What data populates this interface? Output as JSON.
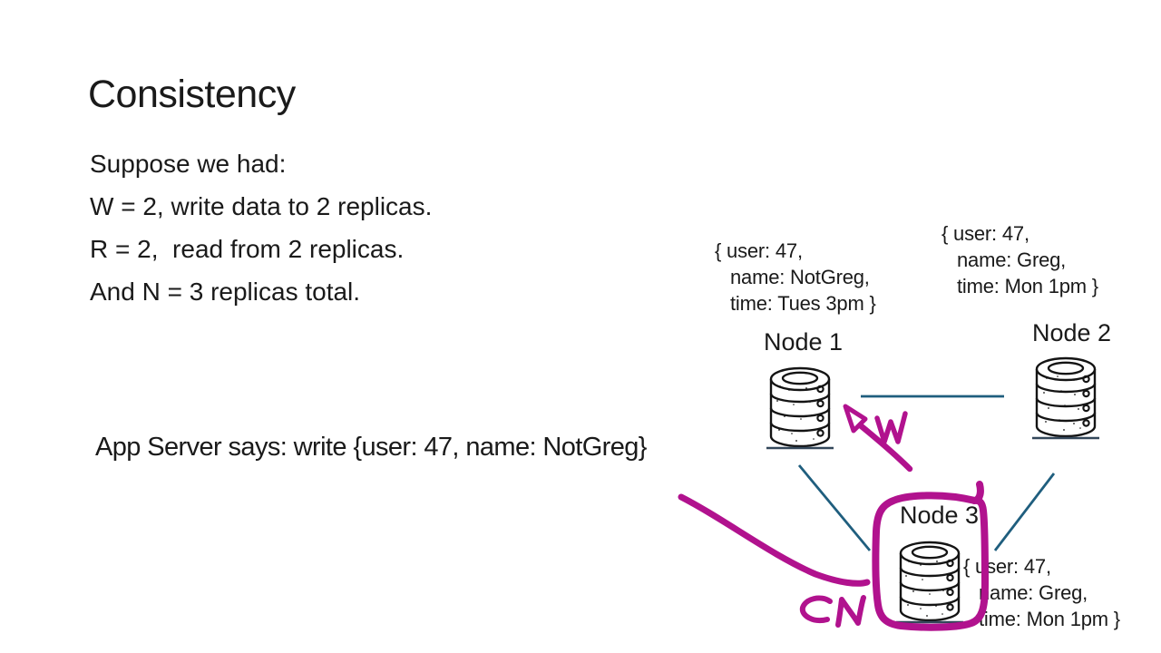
{
  "slide": {
    "title": "Consistency",
    "body_lines": [
      "Suppose we had:",
      "W = 2, write data to 2 replicas.",
      "R = 2,  read from 2 replicas.",
      "And N = 3 replicas total."
    ],
    "app_server_text": "App Server says: write {user: 47, name: NotGreg}"
  },
  "nodes": [
    {
      "label": "Node 1",
      "record": [
        "{ user: 47,",
        "name: NotGreg,",
        "time: Tues 3pm }"
      ]
    },
    {
      "label": "Node 2",
      "record": [
        "{ user: 47,",
        "name: Greg,",
        "time: Mon 1pm }"
      ]
    },
    {
      "label": "Node 3",
      "record": [
        "{ user: 47,",
        "name: Greg,",
        "time: Mon 1pm }"
      ]
    }
  ],
  "handwriting": {
    "write_label": "W",
    "circled_node_label": "CN"
  },
  "colors": {
    "ink": "#b1128e",
    "connector": "#1f5e7e",
    "icon_base": "#33475a",
    "text": "#1a1a1a",
    "background": "#ffffff"
  }
}
